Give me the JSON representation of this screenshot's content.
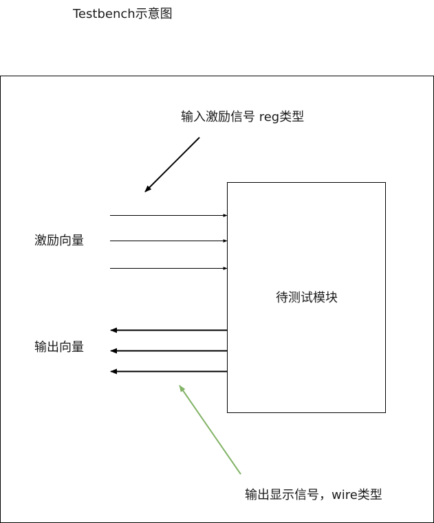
{
  "title": "Testbench示意图",
  "input_note": "输入激励信号 reg类型",
  "stimulus_vector_label": "激励向量",
  "output_vector_label": "输出向量",
  "dut_label": "待测试模块",
  "output_note": "输出显示信号，wire类型",
  "colors": {
    "stroke": "#000000",
    "green_arrow": "#82b366"
  }
}
